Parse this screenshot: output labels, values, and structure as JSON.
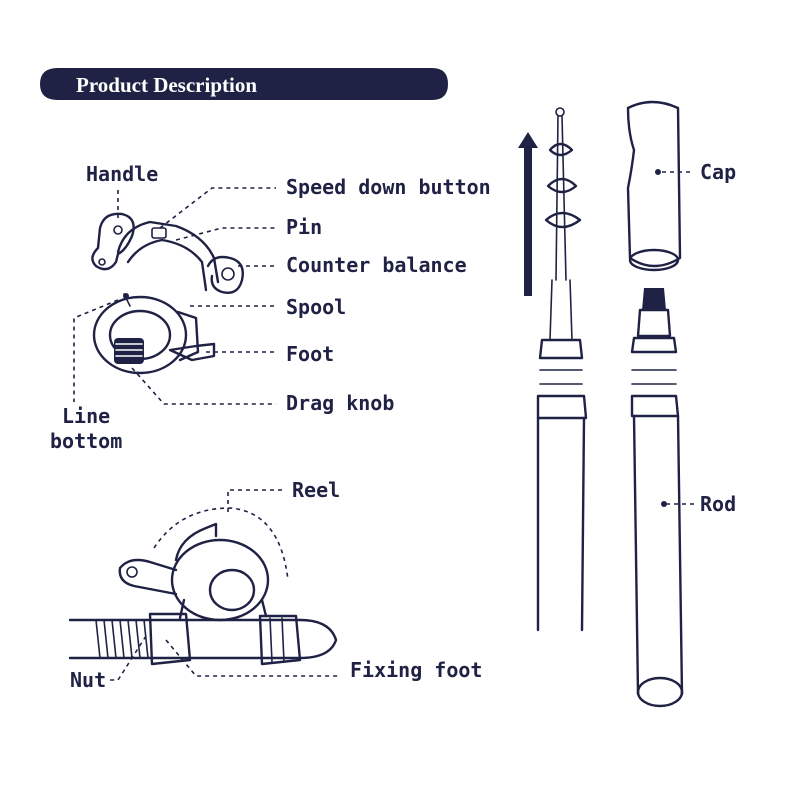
{
  "banner": {
    "title": "Product Description"
  },
  "reel_labels": {
    "handle": "Handle",
    "speed_down_button": "Speed down button",
    "pin": "Pin",
    "counter_balance": "Counter balance",
    "spool": "Spool",
    "foot": "Foot",
    "drag_knob": "Drag knob",
    "line_bottom_1": "Line",
    "line_bottom_2": "bottom"
  },
  "assembly_labels": {
    "reel": "Reel",
    "nut": "Nut",
    "fixing_foot": "Fixing foot"
  },
  "rod_labels": {
    "cap": "Cap",
    "rod": "Rod"
  },
  "colors": {
    "ink": "#1f2244",
    "background": "#ffffff"
  }
}
